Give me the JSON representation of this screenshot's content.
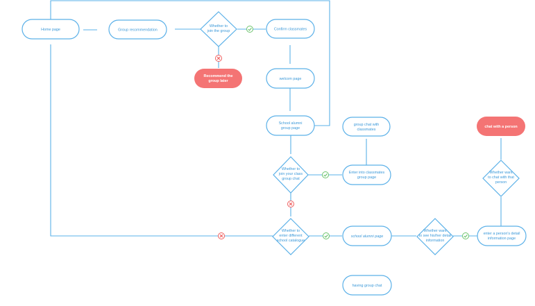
{
  "nodes": {
    "home_page": "Home page",
    "group_recommendation": "Group recommendation",
    "join_group_decision": [
      "Whether to",
      "join the group"
    ],
    "confirm_classmates": "Confirm classmates",
    "recommend_later": [
      "Recommend the",
      "group later"
    ],
    "welcom_page": "welcom page",
    "school_alumni_group": [
      "School alumni",
      "group page"
    ],
    "group_chat_classmates": [
      "group chat with",
      "classmates"
    ],
    "join_class_chat_decision": [
      "Whether to",
      "join your class",
      "group chat"
    ],
    "enter_classmates_group": [
      "Enter into classmates",
      "group  page"
    ],
    "chat_with_person": "chat with  a person",
    "want_chat_decision": [
      "Whether want",
      "to chat with that",
      "person"
    ],
    "enter_catalogue_decision": [
      "Whether to",
      "enter different",
      "school catalogue"
    ],
    "school_alumni_page": "school alumni page",
    "see_detail_decision": [
      "Whether want",
      "to see his/her detail",
      "information"
    ],
    "person_detail_page": [
      "enter a person's detail",
      "information page"
    ],
    "having_group_chat": "having group chat"
  },
  "colors": {
    "line": "#5ab0e8",
    "text": "#3a98d8",
    "terminal_fill": "#f47474",
    "yes": "#6cc36c",
    "no": "#ef5e5e"
  },
  "markers": {
    "yes_icon": "check-circle-icon",
    "no_icon": "x-circle-icon"
  }
}
